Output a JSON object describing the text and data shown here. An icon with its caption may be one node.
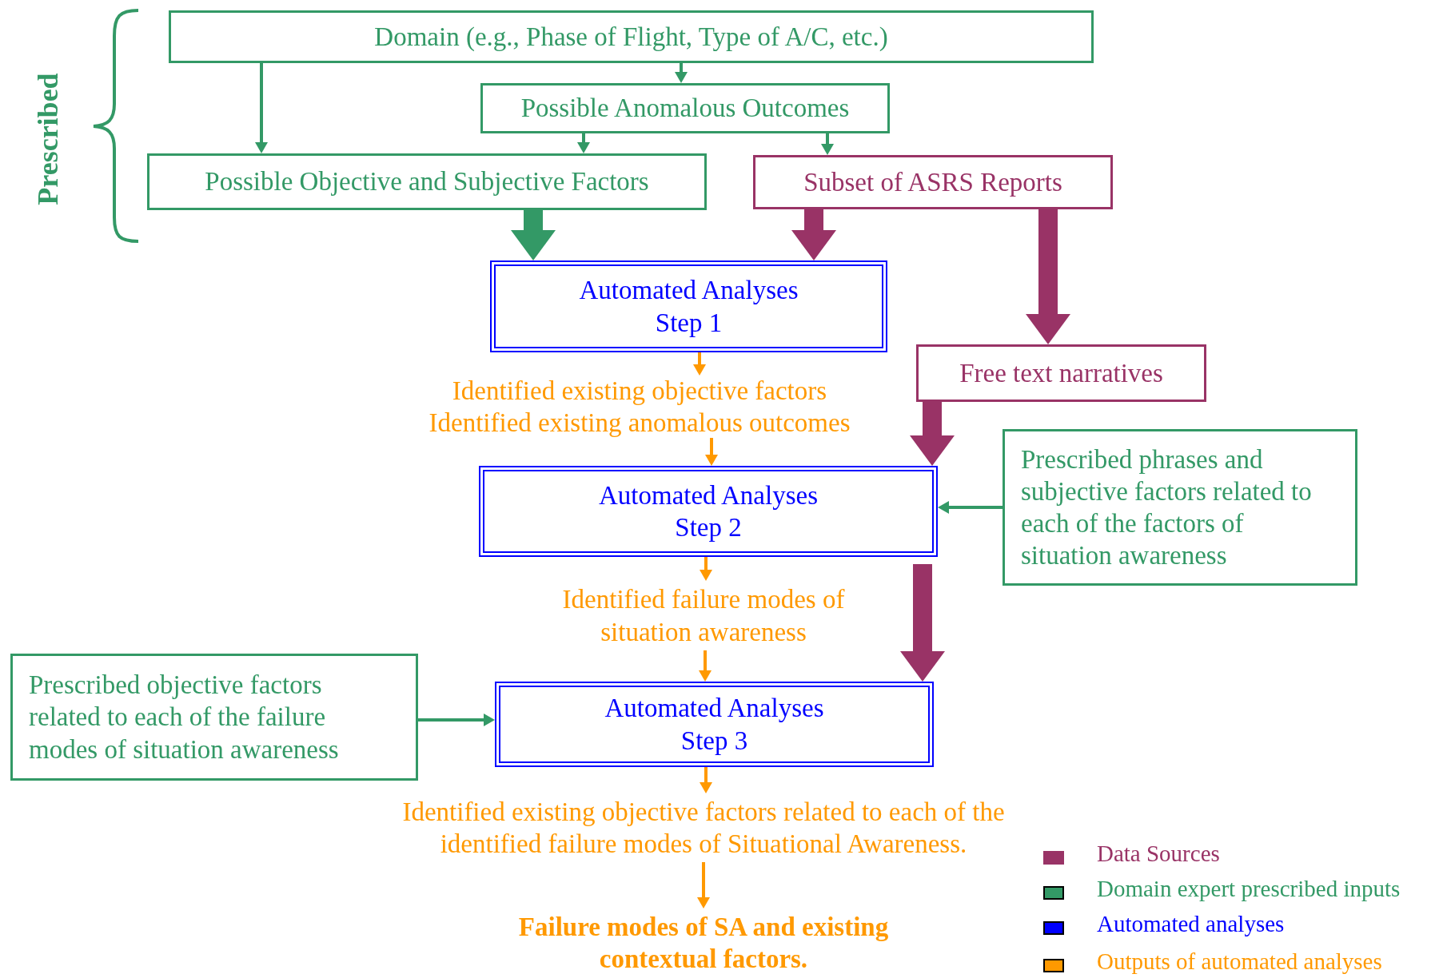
{
  "diagram": {
    "nodes": [
      {
        "text": [
          "Domain (e.g., Phase of Flight, Type of A/C, etc.)"
        ]
      },
      {
        "text": [
          "Possible Anomalous Outcomes"
        ]
      },
      {
        "text": [
          "Possible Objective and Subjective Factors"
        ]
      },
      {
        "text": [
          "Subset of ASRS Reports"
        ]
      },
      {
        "text": [
          "Automated Analyses Step 1"
        ]
      },
      {
        "text": [
          "Free text narratives"
        ]
      },
      {
        "text": [
          "Identified existing objective factors",
          "Identified existing anomalous outcomes"
        ]
      },
      {
        "text": [
          "Automated Analyses Step 2"
        ]
      },
      {
        "text": [
          "Prescribed phrases and subjective factors related to each of the factors of situation awareness"
        ]
      },
      {
        "text": [
          "Identified failure modes of situation awareness"
        ]
      },
      {
        "text": [
          "Prescribed objective factors related to each of the failure modes of situation awareness"
        ]
      },
      {
        "text": [
          "Automated Analyses Step 3"
        ]
      },
      {
        "text": [
          "Identified existing objective factors related to each of the identified failure modes of Situational Awareness."
        ]
      },
      {
        "text": [
          "Failure modes of SA and existing contextual factors."
        ]
      }
    ],
    "edges": [
      {
        "from": 0,
        "to": 2,
        "arrow": "to",
        "color": "#339966"
      },
      {
        "from": 0,
        "to": 1,
        "arrow": "to",
        "color": "#339966"
      },
      {
        "from": 1,
        "to": 2,
        "arrow": "to",
        "color": "#339966"
      },
      {
        "from": 1,
        "to": 3,
        "arrow": "to",
        "color": "#339966"
      },
      {
        "from": 2,
        "to": 4,
        "arrow": "to",
        "style": "thick",
        "color": "#339966"
      },
      {
        "from": 3,
        "to": 4,
        "arrow": "to",
        "style": "thick",
        "color": "#993366"
      },
      {
        "from": 3,
        "to": 5,
        "arrow": "to",
        "style": "thick",
        "color": "#993366"
      },
      {
        "from": 4,
        "to": 6,
        "arrow": "to",
        "color": "#ff9900"
      },
      {
        "from": 6,
        "to": 7,
        "arrow": "to",
        "color": "#ff9900"
      },
      {
        "from": 5,
        "to": 7,
        "arrow": "to",
        "style": "thick",
        "color": "#993366"
      },
      {
        "from": 8,
        "to": 7,
        "arrow": "to",
        "color": "#339966"
      },
      {
        "from": 7,
        "to": 9,
        "arrow": "to",
        "color": "#ff9900"
      },
      {
        "from": 9,
        "to": 11,
        "arrow": "to",
        "color": "#ff9900"
      },
      {
        "from": 7,
        "to": 11,
        "arrow": "to",
        "style": "thick",
        "color": "#993366"
      },
      {
        "from": 10,
        "to": 11,
        "arrow": "to",
        "color": "#339966"
      },
      {
        "from": 11,
        "to": 12,
        "arrow": "to",
        "color": "#ff9900"
      },
      {
        "from": 12,
        "to": 13,
        "arrow": "to",
        "color": "#ff9900"
      }
    ],
    "labels": [
      "Prescribed"
    ],
    "legend": [
      {
        "text": "Data Sources",
        "color": "#993366"
      },
      {
        "text": "Domain expert prescribed inputs",
        "color": "#339966"
      },
      {
        "text": "Automated analyses",
        "color": "#0000ff"
      },
      {
        "text": "Outputs of automated analyses",
        "color": "#ff9900"
      }
    ]
  }
}
